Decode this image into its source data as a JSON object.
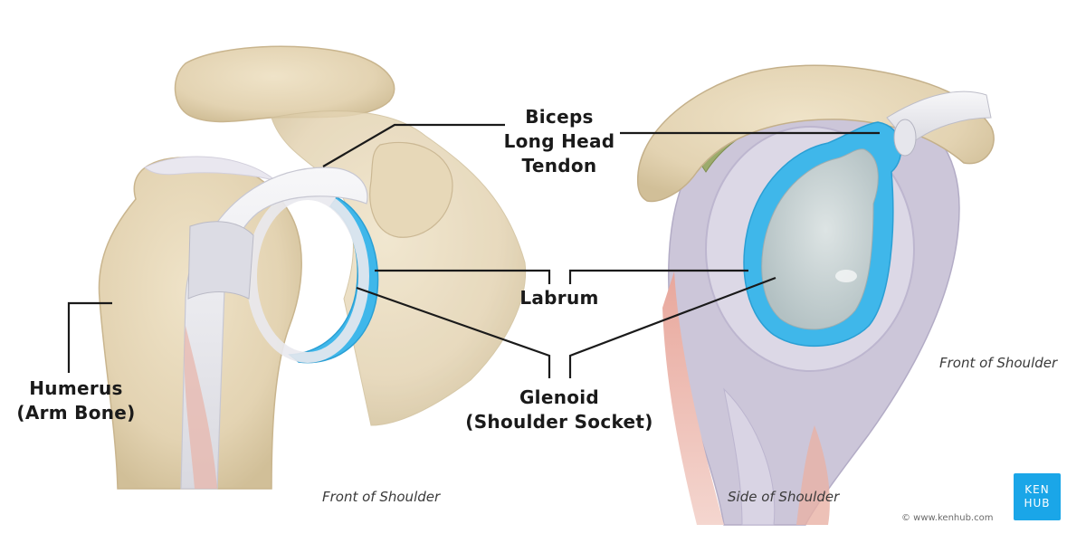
{
  "labels": {
    "biceps": "Biceps\nLong Head\nTendon",
    "labrum": "Labrum",
    "humerus": "Humerus\n(Arm Bone)",
    "glenoid": "Glenoid\n(Shoulder Socket)"
  },
  "captions": {
    "left_view": "Front of Shoulder",
    "right_view_side": "Side of Shoulder",
    "right_view_front": "Front of Shoulder"
  },
  "branding": {
    "logo_line1": "KEN",
    "logo_line2": "HUB",
    "copyright": "© www.kenhub.com"
  },
  "colors": {
    "bone": "#e6d8bb",
    "bone_shadow": "#cdbb94",
    "tendon": "#e9e9ee",
    "labrum_blue": "#3fb7ea",
    "glenoid_fill": "#c3cfd1",
    "muscle_red": "#d9857a",
    "muscle_lilac": "#c9c4d8",
    "brand_blue": "#1aa6e8",
    "leader_line": "#1a1a1a"
  }
}
